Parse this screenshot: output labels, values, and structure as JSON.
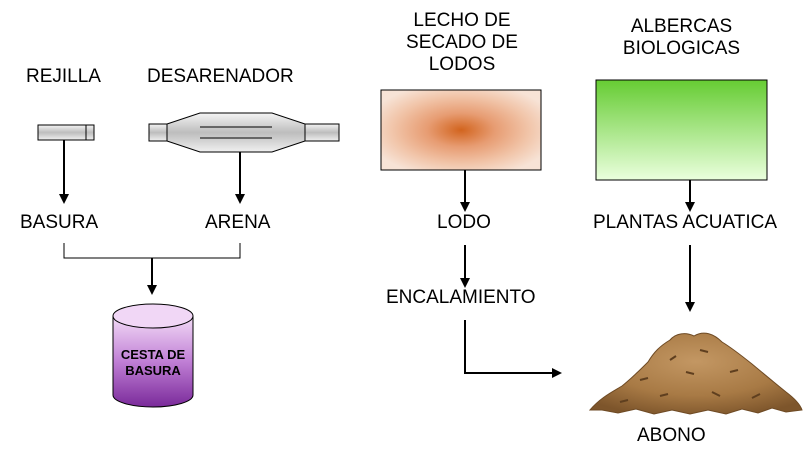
{
  "labels": {
    "rejilla": "REJILLA",
    "desarenador": "DESARENADOR",
    "lecho": [
      "LECHO DE",
      "SECADO DE",
      "LODOS"
    ],
    "albercas": [
      "ALBERCAS",
      "BIOLOGICAS"
    ],
    "basura": "BASURA",
    "arena": "ARENA",
    "lodo": "LODO",
    "encalamiento": "ENCALAMIENTO",
    "plantas": "PLANTAS ACUATICA",
    "abono": "ABONO",
    "cesta": [
      "CESTA DE",
      "BASURA"
    ]
  },
  "colors": {
    "lecho_outer": "#f2d8c8",
    "lecho_inner": "#d2641e",
    "alberca_top": "#66cc33",
    "alberca_bottom": "#eaffdd",
    "cylinder_top": "#efd6f5",
    "cylinder_bottom": "#7a2a9a",
    "abono": "#a87a45"
  }
}
